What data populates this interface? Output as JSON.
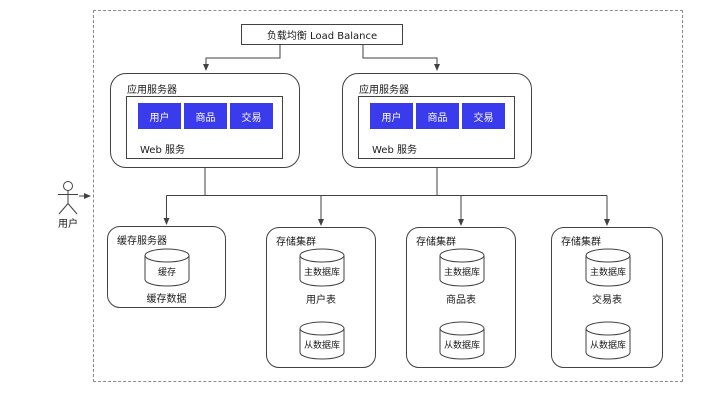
{
  "diagram": {
    "actor": {
      "label": "用户"
    },
    "load_balancer": {
      "label": "负载均衡 Load Balance"
    },
    "app_servers": [
      {
        "label": "应用服务器",
        "web_label": "Web 服务",
        "services": [
          "用户",
          "商品",
          "交易"
        ]
      },
      {
        "label": "应用服务器",
        "web_label": "Web 服务",
        "services": [
          "用户",
          "商品",
          "交易"
        ]
      }
    ],
    "cache_server": {
      "label": "缓存服务器",
      "cylinder": "缓存",
      "caption": "缓存数据"
    },
    "storage_clusters": [
      {
        "label": "存储集群",
        "master": "主数据库",
        "table": "用户表",
        "slave": "从数据库"
      },
      {
        "label": "存储集群",
        "master": "主数据库",
        "table": "商品表",
        "slave": "从数据库"
      },
      {
        "label": "存储集群",
        "master": "主数据库",
        "table": "交易表",
        "slave": "从数据库"
      }
    ],
    "colors": {
      "service_blue": "#3b3bee",
      "line": "#424242",
      "frame_dash": "#8c8c8c"
    }
  }
}
